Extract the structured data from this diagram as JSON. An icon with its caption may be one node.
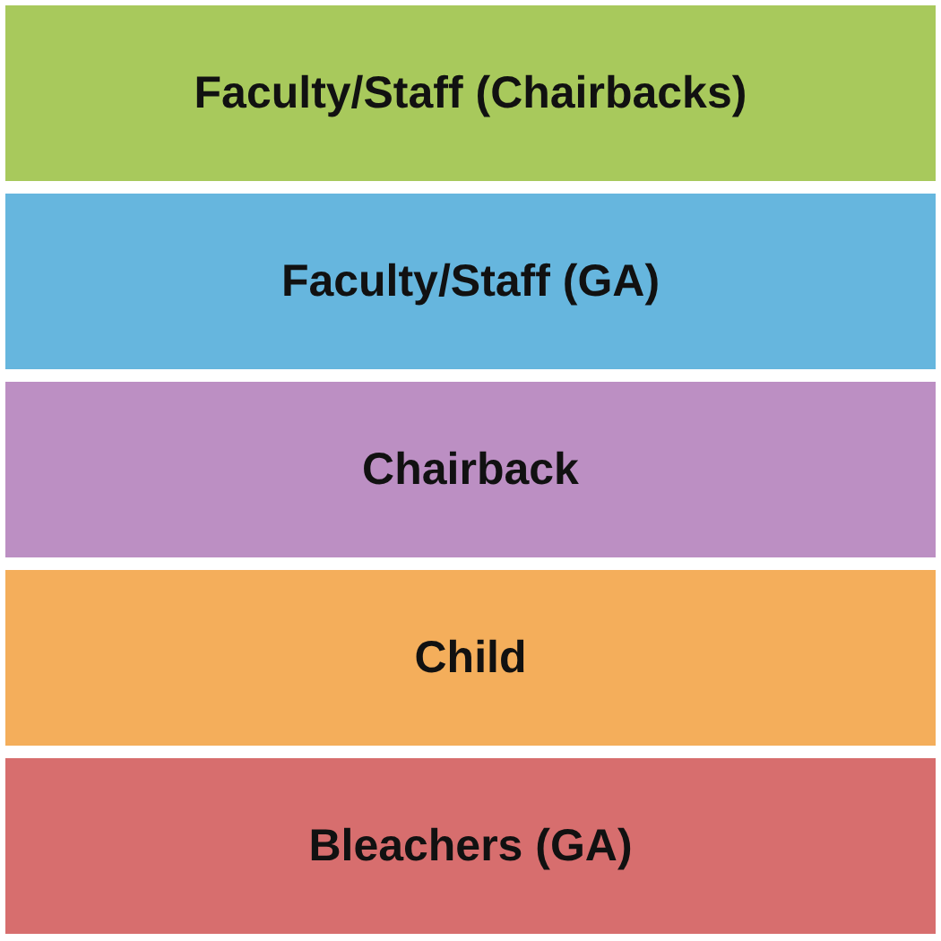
{
  "diagram": {
    "nodes": [
      {
        "text": [
          "Faculty/Staff (Chairbacks)"
        ]
      },
      {
        "text": [
          "Faculty/Staff (GA)"
        ]
      },
      {
        "text": [
          "Chairback"
        ]
      },
      {
        "text": [
          "Child"
        ]
      },
      {
        "text": [
          "Bleachers (GA)"
        ]
      }
    ]
  }
}
